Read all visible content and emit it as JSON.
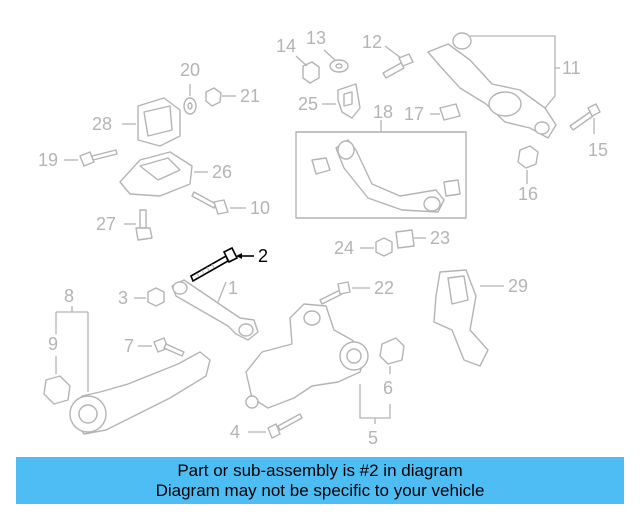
{
  "diagram": {
    "callouts": {
      "c1": "1",
      "c2": "2",
      "c3": "3",
      "c4": "4",
      "c5": "5",
      "c6": "6",
      "c7": "7",
      "c8": "8",
      "c9": "9",
      "c10": "10",
      "c11": "11",
      "c12": "12",
      "c13": "13",
      "c14": "14",
      "c15": "15",
      "c16": "16",
      "c17": "17",
      "c18": "18",
      "c19": "19",
      "c20": "20",
      "c21": "21",
      "c22": "22",
      "c23": "23",
      "c24": "24",
      "c25": "25",
      "c26": "26",
      "c27": "27",
      "c28": "28",
      "c29": "29"
    },
    "highlighted_part": "2",
    "colors": {
      "parts": "#b4b4b4",
      "highlight": "#000000",
      "banner": "#4ebdf4"
    }
  },
  "banner": {
    "line1": "Part or sub-assembly is #2 in diagram",
    "line2": "Diagram may not be specific to your vehicle"
  }
}
